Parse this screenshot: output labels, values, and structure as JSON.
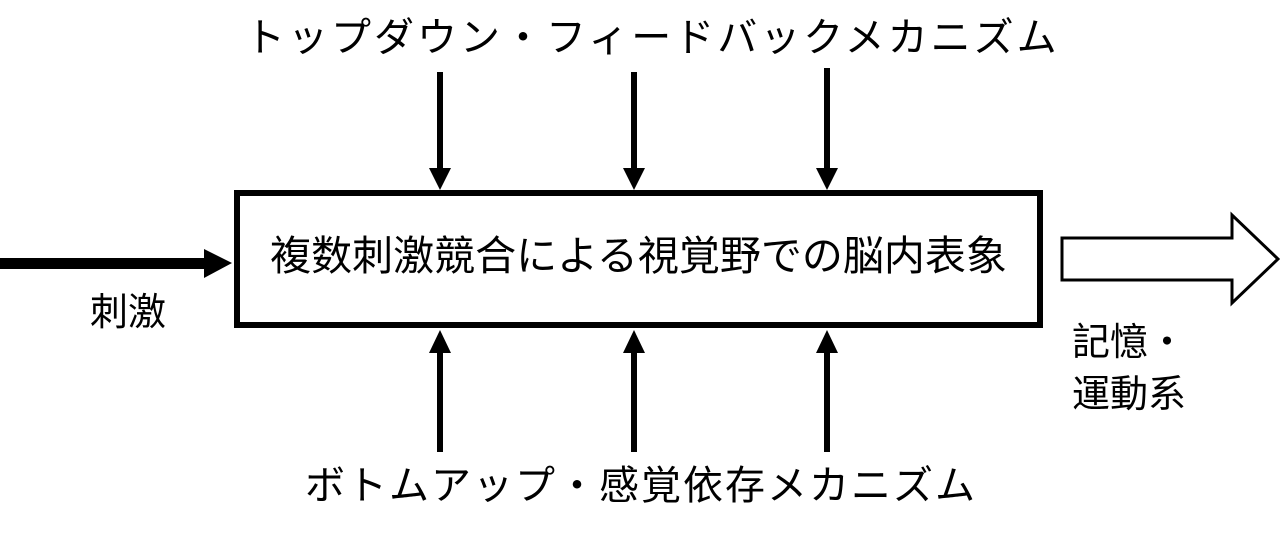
{
  "top_label": "トップダウン・フィードバックメカニズム",
  "bottom_label": "ボトムアップ・感覚依存メカニズム",
  "center_box": {
    "label": "複数刺激競合による視覚野での脳内表象"
  },
  "input": {
    "label": "刺激"
  },
  "output": {
    "label_line1": "記憶・",
    "label_line2": "運動系"
  },
  "colors": {
    "stroke": "#000000",
    "background": "#ffffff"
  }
}
